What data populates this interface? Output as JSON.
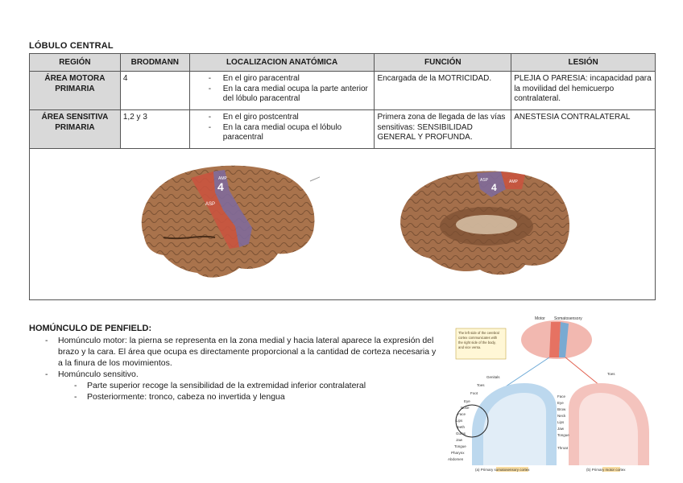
{
  "title": "LÓBULO CENTRAL",
  "headers": [
    "REGIÓN",
    "BRODMANN",
    "LOCALIZACION ANATÓMICA",
    "FUNCIÓN",
    "LESIÓN"
  ],
  "rows": [
    {
      "region": "ÁREA MOTORA PRIMARIA",
      "brodmann": "4",
      "loc": [
        "En el giro paracentral",
        "En la cara medial ocupa la parte anterior del lóbulo paracentral"
      ],
      "funcion": "Encargada de la MOTRICIDAD.",
      "lesion": "PLEJIA O PARESIA: incapacidad para la movilidad del hemicuerpo contralateral."
    },
    {
      "region": "ÁREA SENSITIVA PRIMARIA",
      "brodmann": "1,2 y 3",
      "loc": [
        "En el giro postcentral",
        "En la cara medial ocupa el lóbulo paracentral"
      ],
      "funcion": "Primera zona de llegada de las vías sensitivas: SENSIBILIDAD GENERAL Y PROFUNDA.",
      "lesion": "ANESTESIA CONTRALATERAL"
    }
  ],
  "brain_labels": {
    "n4": "4",
    "n4b": "4",
    "asp": "ASP",
    "amp": "AMP",
    "asp2": "ASP",
    "amp2": "AMP"
  },
  "homunculo": {
    "title": "HOMÚNCULO DE PENFIELD:",
    "motor": "Homúnculo motor: la pierna se representa en la zona medial y hacia lateral aparece la expresión del brazo y la cara. El área que ocupa es directamente proporcional a la cantidad de corteza necesaria y a la finura de los movimientos.",
    "sensitivo": "Homúnculo sensitivo.",
    "sub": [
      "Parte superior recoge la sensibilidad de la extremidad inferior contralateral",
      "Posteriormente: tronco, cabeza no invertida y lengua"
    ]
  },
  "figure": {
    "motor_label": "Motor",
    "somato_label": "Somatosensory",
    "callout": [
      "The left side of the cerebral",
      "cortex communicates with",
      "the right side of the body,",
      "and vice versa."
    ],
    "caption_a": "(a) Primary somatosensory cortex",
    "caption_b": "(b) Primary motor cortex",
    "left_labels": [
      "Genitals",
      "Toes",
      "Foot",
      "Eye",
      "Nose",
      "Face",
      "Lips",
      "Teeth",
      "Gums",
      "Jaw",
      "Tongue",
      "Pharynx",
      "Abdomen"
    ],
    "right_labels": [
      "Toes",
      "Face",
      "Eye",
      "Brow",
      "Neck",
      "Lips",
      "Jaw",
      "Tongue",
      "Throat"
    ]
  }
}
